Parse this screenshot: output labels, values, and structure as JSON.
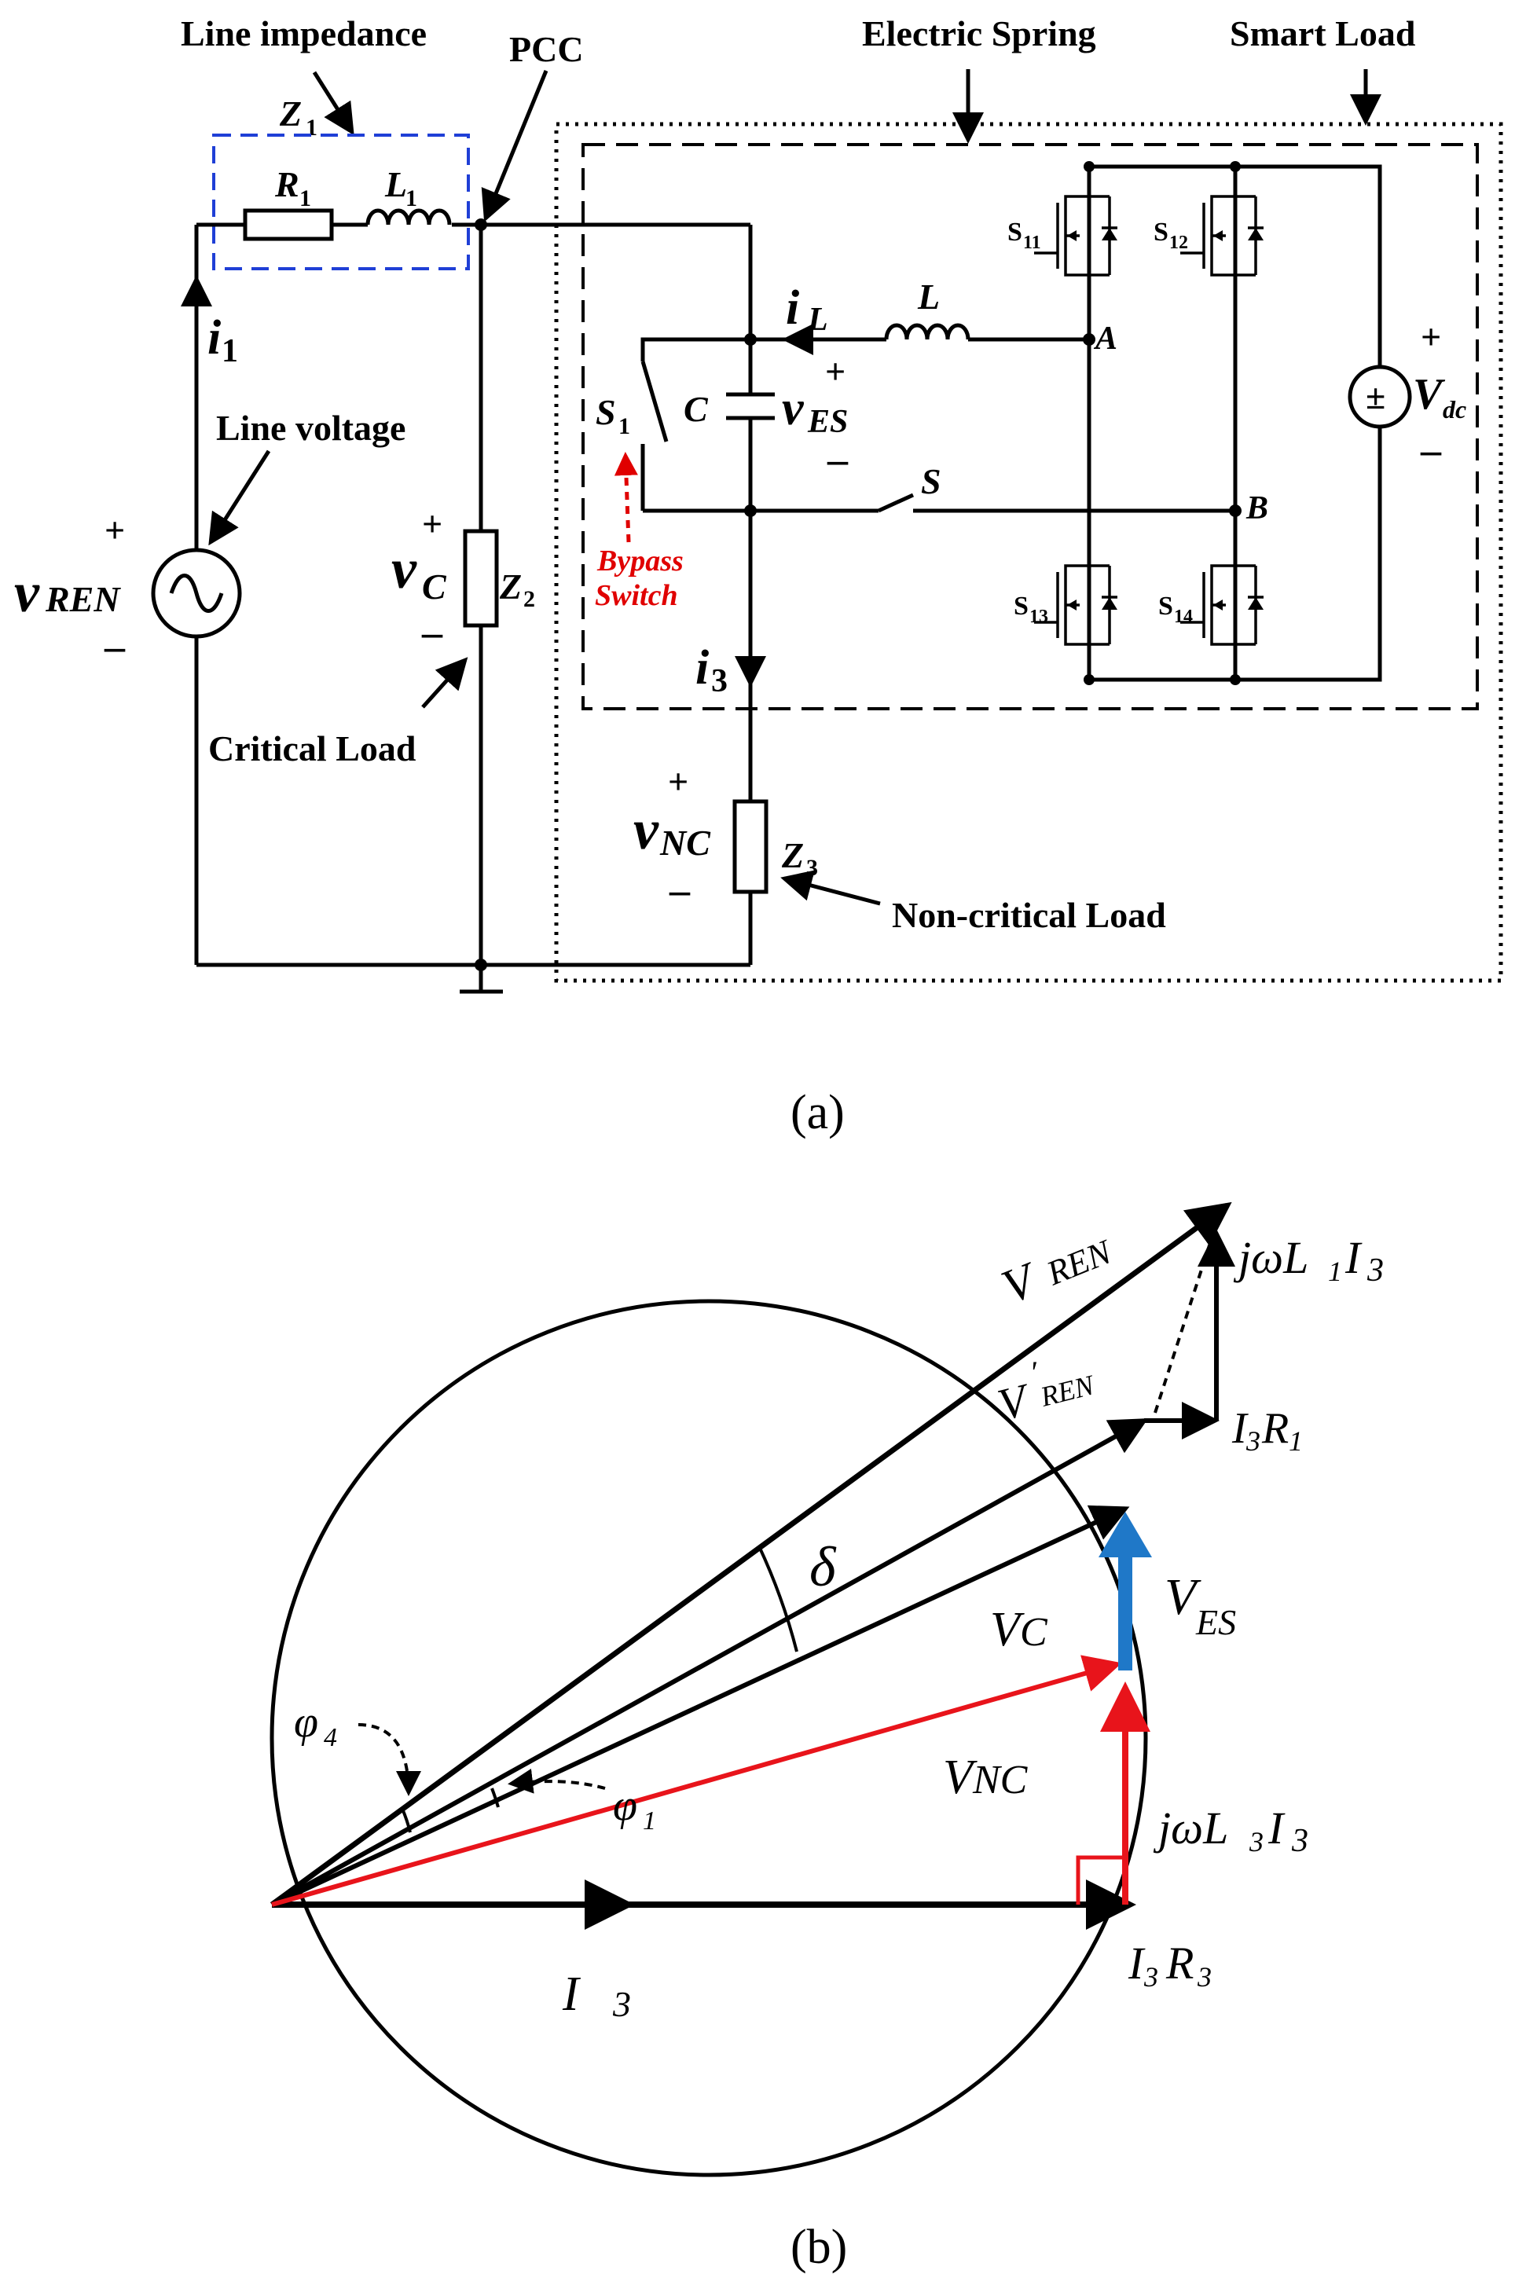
{
  "colors": {
    "black": "#000000",
    "dashed_blue": "#1f3fd6",
    "red": "#e8141b",
    "blue": "#1f78c8",
    "bypass_red": "#e00000"
  },
  "panel_a": {
    "caption": "(a)",
    "labels": {
      "line_impedance": "Line impedance",
      "z1": "Z",
      "z1_sub": "1",
      "pcc": "PCC",
      "electric_spring": "Electric Spring",
      "smart_load": "Smart Load",
      "r1": "R",
      "r1_sub": "1",
      "l1": "L",
      "l1_sub": "1",
      "i1": "i",
      "i1_sub": "1",
      "line_voltage": "Line voltage",
      "v_ren": "v",
      "v_ren_sub": "REN",
      "v_c": "v",
      "v_c_sub": "C",
      "z2": "Z",
      "z2_sub": "2",
      "critical_load": "Critical Load",
      "i_l": "i",
      "i_l_sub": "L",
      "l": "L",
      "s1": "S",
      "s1_sub": "1",
      "c": "C",
      "v_es": "v",
      "v_es_sub": "ES",
      "s": "S",
      "bypass_line1": "Bypass",
      "bypass_line2": "Switch",
      "node_a": "A",
      "node_b": "B",
      "s11": "S",
      "s11_sub": "11",
      "s12": "S",
      "s12_sub": "12",
      "s13": "S",
      "s13_sub": "13",
      "s14": "S",
      "s14_sub": "14",
      "vdc": "V",
      "vdc_sub": "dc",
      "pm": "±",
      "i3": "i",
      "i3_sub": "3",
      "v_nc": "v",
      "v_nc_sub": "NC",
      "z3": "Z",
      "z3_sub": "3",
      "non_critical_load": "Non-critical Load",
      "plus": "+",
      "minus": "–"
    }
  },
  "panel_b": {
    "caption": "(b)",
    "labels": {
      "v_ren": "V",
      "v_ren_sub": "REN",
      "j_omega_l1_i3": "jωL",
      "j_omega_l1_i3_sub1": "1",
      "j_omega_l1_i3_i": "I",
      "j_omega_l1_i3_sub2": "3",
      "v_ren_prime": "V",
      "v_ren_prime_sup": "'",
      "v_ren_prime_sub": "REN",
      "i3_r1_i": "I",
      "i3_r1_i_sub": "3",
      "i3_r1_r": "R",
      "i3_r1_r_sub": "1",
      "delta": "δ",
      "v_c": "V",
      "v_c_sub": "C",
      "v_es": "V",
      "v_es_sub": "ES",
      "phi4": "φ",
      "phi4_sub": "4",
      "phi1": "φ",
      "phi1_sub": "1",
      "v_nc": "V",
      "v_nc_sub": "NC",
      "j_omega_l3_i3": "jωL",
      "j_omega_l3_i3_sub1": "3",
      "j_omega_l3_i3_i": "I",
      "j_omega_l3_i3_sub2": "3",
      "i3": "I",
      "i3_sub": "3",
      "i3_r3_i": "I",
      "i3_r3_i_sub": "3",
      "i3_r3_r": "R",
      "i3_r3_r_sub": "3"
    }
  }
}
